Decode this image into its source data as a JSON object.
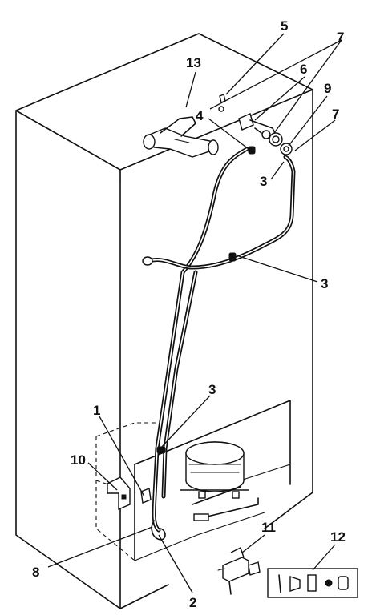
{
  "callouts": {
    "c1": "1",
    "c2": "2",
    "c3a": "3",
    "c3b": "3",
    "c3c": "3",
    "c4": "4",
    "c5": "5",
    "c6": "6",
    "c7a": "7",
    "c7b": "7",
    "c8": "8",
    "c9": "9",
    "c10": "10",
    "c11": "11",
    "c12": "12",
    "c13": "13"
  }
}
